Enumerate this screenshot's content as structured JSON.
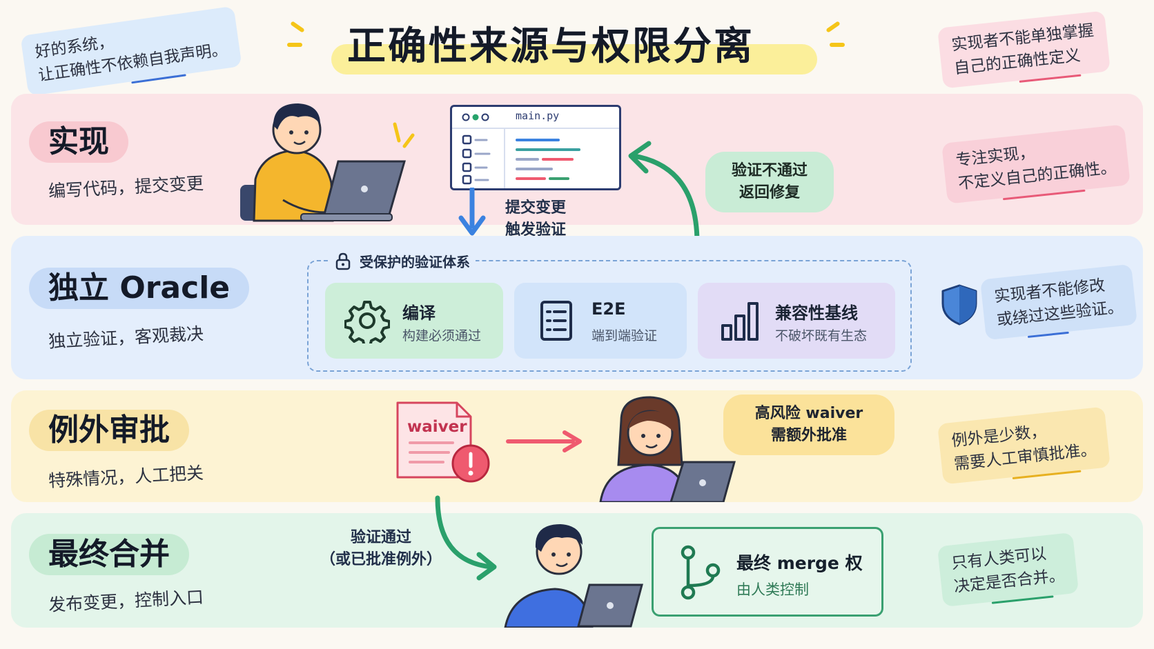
{
  "header": {
    "title": "正确性来源与权限分离",
    "note_left": [
      "好的系统，",
      "让正确性不依赖自我声明。"
    ],
    "note_right": [
      "实现者不能单独掌握",
      "自己的正确性定义"
    ]
  },
  "rows": {
    "implement": {
      "title": "实现",
      "subtitle": "编写代码，提交变更",
      "filename": "main.py",
      "submit_label": [
        "提交变更",
        "触发验证"
      ],
      "fail_bubble": [
        "验证不通过",
        "返回修复"
      ],
      "note": [
        "专注实现，",
        "不定义自己的正确性。"
      ]
    },
    "oracle": {
      "title": "独立 Oracle",
      "subtitle": "独立验证，客观裁决",
      "protected_label": "受保护的验证体系",
      "checks": [
        {
          "title": "编译",
          "desc": "构建必须通过",
          "icon": "gear-icon"
        },
        {
          "title": "E2E",
          "desc": "端到端验证",
          "icon": "checklist-icon"
        },
        {
          "title": "兼容性基线",
          "desc": "不破坏既有生态",
          "icon": "bar-chart-icon"
        }
      ],
      "note": [
        "实现者不能修改",
        "或绕过这些验证。"
      ]
    },
    "exception": {
      "title": "例外审批",
      "subtitle": "特殊情况，人工把关",
      "doc_label": "waiver",
      "bubble": [
        "高风险 waiver",
        "需额外批准"
      ],
      "note": [
        "例外是少数，",
        "需要人工审慎批准。"
      ]
    },
    "merge": {
      "title": "最终合并",
      "subtitle": "发布变更，控制入口",
      "pass_label": [
        "验证通过",
        "（或已批准例外）"
      ],
      "box_title": "最终 merge 权",
      "box_desc": "由人类控制",
      "note": [
        "只有人类可以",
        "决定是否合并。"
      ]
    }
  },
  "colors": {
    "implement_band": "#fbe4e7",
    "implement_pill": "#f8c9d0",
    "oracle_band": "#e4eefc",
    "oracle_pill": "#c7dbf7",
    "exception_band": "#fdf3d3",
    "exception_pill": "#f8e3a6",
    "merge_band": "#e3f5ea",
    "merge_pill": "#c6ebd3",
    "arrow_blue": "#3b82e0",
    "arrow_green": "#2aa06b",
    "arrow_red": "#ef5a6f"
  }
}
